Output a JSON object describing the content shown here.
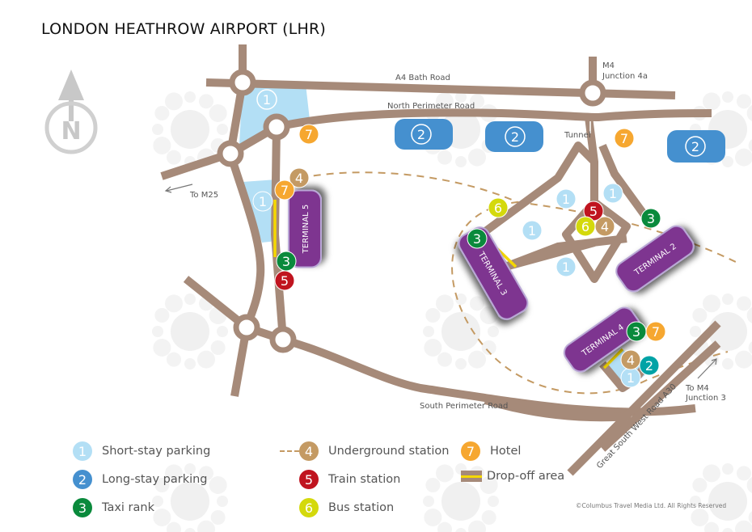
{
  "title": "LONDON HEATHROW AIRPORT (LHR)",
  "watermark": "Columbus Travel Media",
  "compass": "N",
  "road_labels": {
    "a4": "A4 Bath Road",
    "north_perimeter": "North Perimeter Road",
    "m4_line1": "M4",
    "m4_line2": "Junction 4a",
    "tunnel": "Tunnel",
    "to_m25": "To M25",
    "south_perimeter": "South Perimeter Road",
    "a30": "Great South West Road A30",
    "to_m4_line1": "To M4",
    "to_m4_line2": "Junction 3"
  },
  "terminals": [
    "TERMINAL 5",
    "TERMINAL 3",
    "TERMINAL 2",
    "TERMINAL 4"
  ],
  "markers": [
    "1",
    "1",
    "1",
    "1",
    "1",
    "1",
    "1",
    "2",
    "2",
    "2",
    "2",
    "3",
    "3",
    "3",
    "3",
    "4",
    "4",
    "4",
    "5",
    "5",
    "6",
    "6",
    "7",
    "7",
    "7",
    "7"
  ],
  "colors": {
    "road": "#a68a79",
    "terminal": "#7e3590",
    "short_stay": "#b3dff5",
    "long_stay": "#4590cf",
    "taxi": "#0a8a3c",
    "underground": "#c49a63",
    "train": "#c0141f",
    "bus": "#d4d90c",
    "hotel": "#f6a730",
    "teal": "#00a3a6",
    "dropoff": "#f5d800"
  },
  "legend": [
    {
      "num": "1",
      "label": "Short-stay parking"
    },
    {
      "num": "2",
      "label": "Long-stay parking"
    },
    {
      "num": "3",
      "label": "Taxi rank"
    },
    {
      "num": "4",
      "label": "Underground station"
    },
    {
      "num": "5",
      "label": "Train station"
    },
    {
      "num": "6",
      "label": "Bus station"
    },
    {
      "num": "7",
      "label": "Hotel"
    },
    {
      "num": "",
      "label": "Drop-off area"
    }
  ],
  "copyright": "©Columbus Travel Media Ltd. All Rights Reserved"
}
